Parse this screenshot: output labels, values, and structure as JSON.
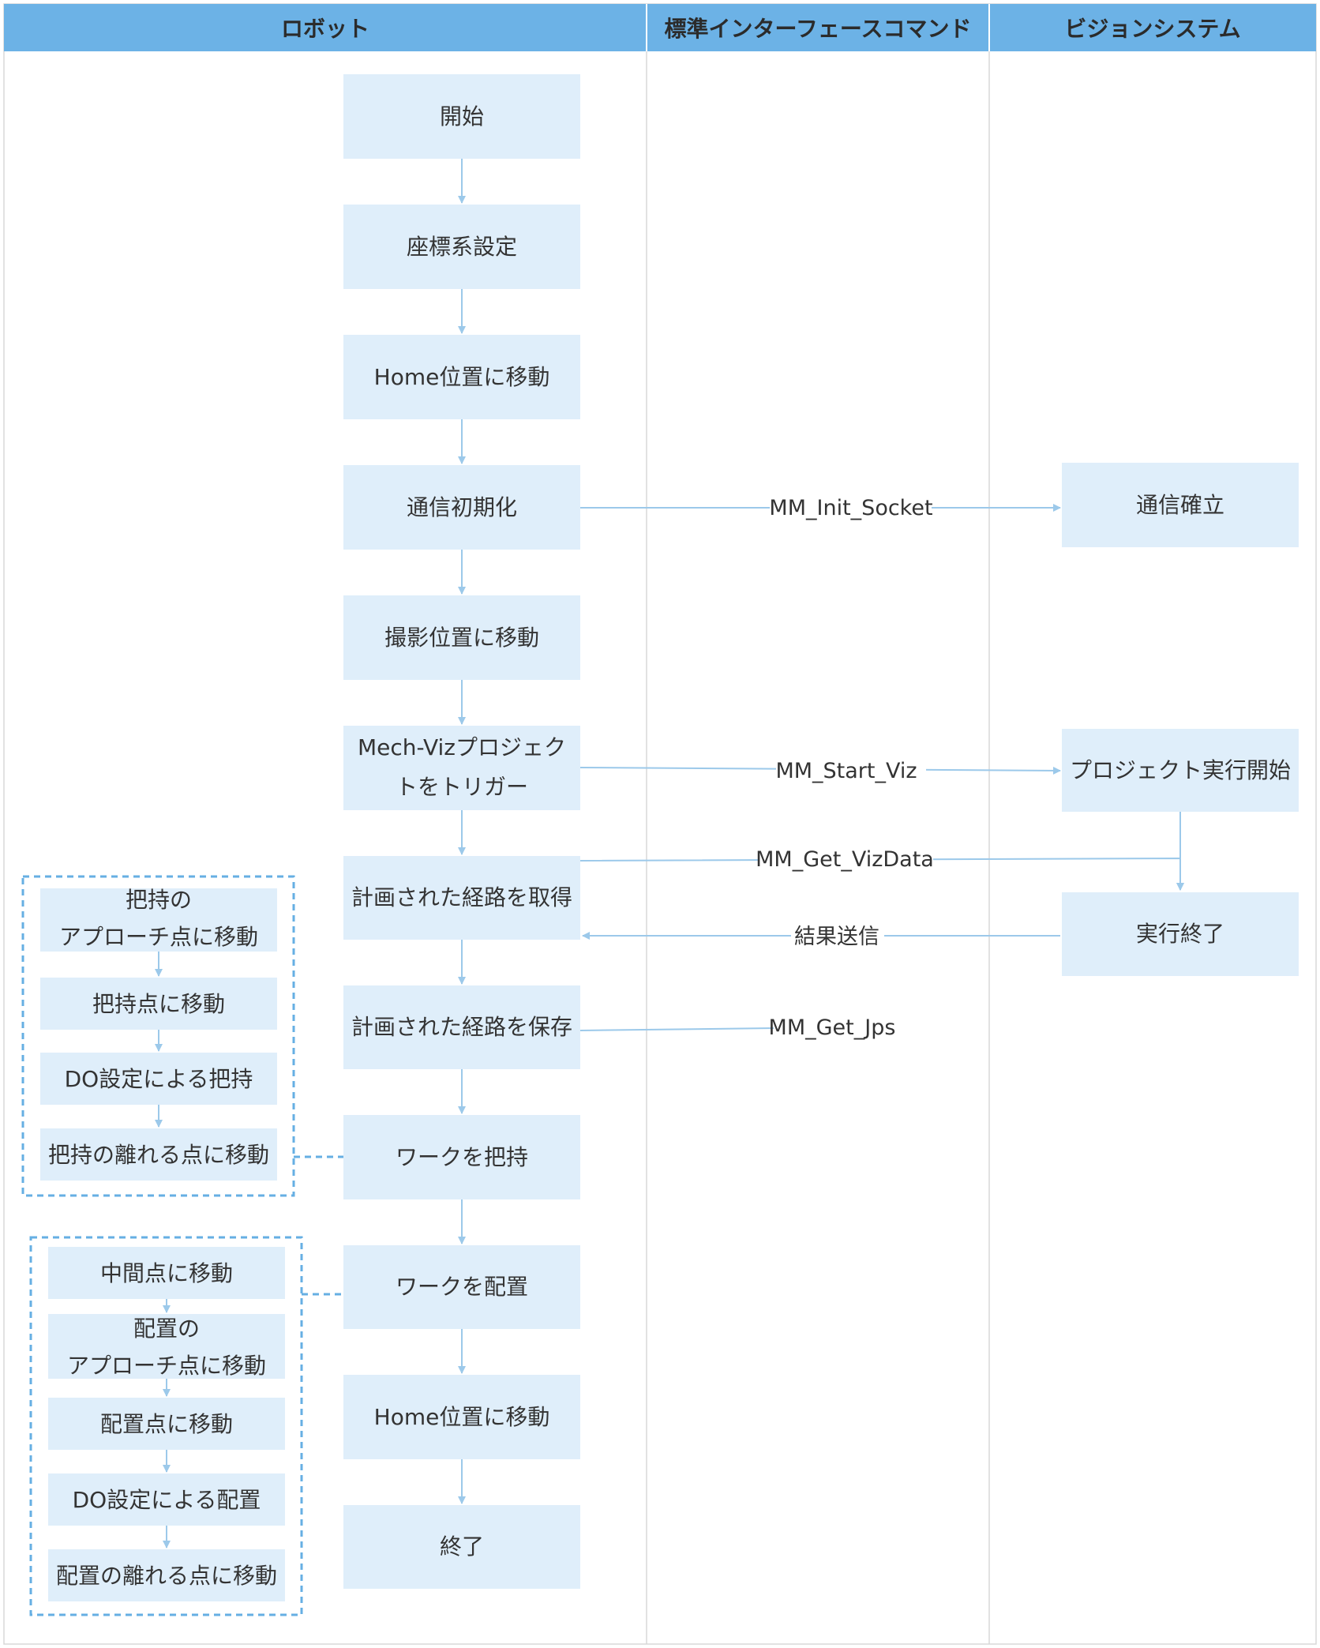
{
  "lanes": {
    "robot": "ロボット",
    "interface": "標準インターフェースコマンド",
    "vision": "ビジョンシステム"
  },
  "robot_steps": {
    "start": "開始",
    "coord": "座標系設定",
    "home1": "Home位置に移動",
    "init": "通信初期化",
    "capture": "撮影位置に移動",
    "trigger_1": "Mech-Vizプロジェク",
    "trigger_2": "トをトリガー",
    "get_path": "計画された経路を取得",
    "save_path": "計画された経路を保存",
    "pick": "ワークを把持",
    "place": "ワークを配置",
    "home2": "Home位置に移動",
    "end": "終了"
  },
  "vision_steps": {
    "established": "通信確立",
    "project_start": "プロジェクト実行開始",
    "done": "実行終了"
  },
  "commands": {
    "init_socket": "MM_Init_Socket",
    "start_viz": "MM_Start_Viz",
    "get_vizdata": "MM_Get_VizData",
    "send_result": "結果送信",
    "get_jps": "MM_Get_Jps"
  },
  "pick_substeps": {
    "approach_1": "把持の",
    "approach_2": "アプローチ点に移動",
    "move_pick": "把持点に移動",
    "do_pick": "DO設定による把持",
    "depart": "把持の離れる点に移動"
  },
  "place_substeps": {
    "via": "中間点に移動",
    "approach_1": "配置の",
    "approach_2": "アプローチ点に移動",
    "move_place": "配置点に移動",
    "do_place": "DO設定による配置",
    "depart": "配置の離れる点に移動"
  }
}
